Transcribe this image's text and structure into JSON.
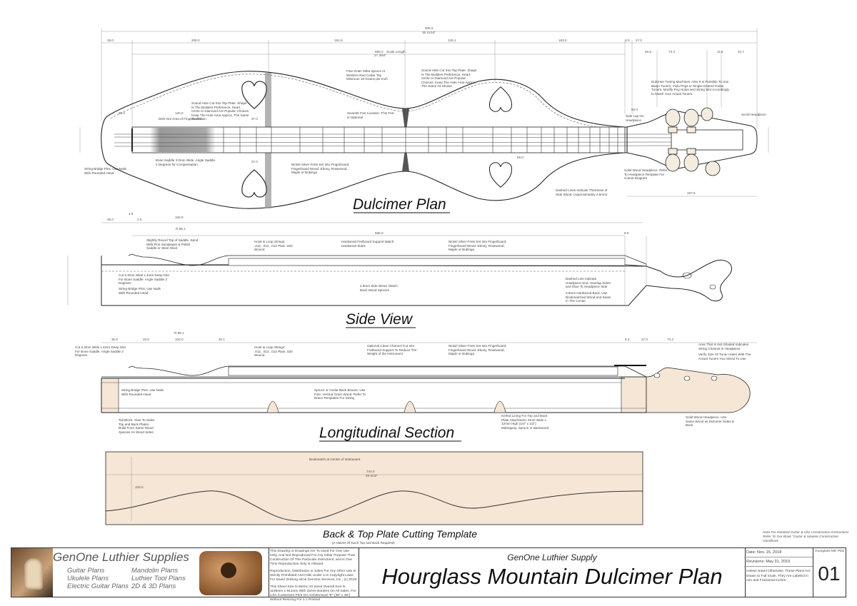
{
  "views": {
    "plan_title": "Dulcimer Plan",
    "side_title": "Side View",
    "section_title": "Longitudinal Section",
    "template_title": "Back & Top Plate Cutting Template",
    "template_subtitle": "(2 Halves Of Each Top and Back Required)"
  },
  "dimensions": {
    "overall": "906.5",
    "overall_in": "35 11/16\"",
    "scale_length": "Scale Length",
    "scale_length_value": "686.0",
    "scale_length_in": "27 3/64\"",
    "top_segments": [
      "25.0",
      "208.0",
      "191.9",
      "126.1",
      "183.0",
      "3.0",
      "27.0"
    ],
    "right_segments": [
      "46.5",
      "73.3",
      "11.5",
      "42.7"
    ],
    "plan_misc": [
      "58.0",
      "130.0",
      "37.0",
      "37.0",
      "56.0",
      "86.0",
      "187.8"
    ],
    "side_misc": [
      "36.0",
      "4.8",
      "2.0",
      "100.0",
      "R 88.1",
      "686.0",
      "8.9"
    ],
    "section_misc": [
      "36.0",
      "20.0",
      "R 88.1",
      "100.0",
      "20.1",
      "8.3",
      "37.0",
      "73.3"
    ],
    "template_length": "744.0",
    "template_length_in": "29 9/32\"",
    "template_height": "105.5"
  },
  "notes": {
    "top_wood": "Fine-Grain Sitka Spruce or Western Red Cedar Top Minimum 16 Grains per Inch",
    "sound_hole_left": "Sound Hole Cut Into Top Plate. Shape Is The Builders Preference. Heart, Circle or Diamond Are Popular Choices. Keep The Hole Area Approx. The Same As Shown",
    "sound_hole_right": "Sound Hole Cut Into Top Plate. Shape Is The Builders Preference. Heart, Circle or Diamond Are Popular Choices. Keep The Hole Area Approx. The Same As Shown",
    "seventh_fret": "Seventh Fret Location. This Fret Is Optional",
    "tuning": "Dulcimer Tuning Machines: Also It Is Possible To Use Banjo Tuners, Viola Pegs or Single-Geared Guitar Tuners. Modify Peg Holes and String Slot Accordingly to Match Your Actual Tuners.",
    "scroll": "Scroll Headpiece",
    "side_lap": "Side Lap On Headpiece",
    "dish_out": "Dish-Out Area of Fingerboard",
    "bone_saddle": "Bone Saddle 3.0mm Wide. Angle Saddle 2 Degrees for Compensation.",
    "string_pins": "String Bridge Pins. Use Nails With Rounded Head",
    "nickel_frets": "Nickel Silver Frets Set Into Fingerboard. Fingerboard Wood: Ebony, Rosewood, Maple or Bubinga",
    "solid_head": "Solid Wood Headpiece. Refer To Headpiece Template For Cutout Diagram",
    "dashed_sides": "Dashed Lines Indicate Thickness of Side Wood. (Approximately 2.5mm)",
    "saddle_round": "Slightly Round Top of Saddle. Sand With Fine Sandpaper & Polish Saddle or Steel Wool",
    "hook_loop": "Hook & Loop Strings: .012, .012, .012 Plain .020 Wound",
    "hardwood_support": "Hardwood Fretboard Support Match Hardwood Sides",
    "nickel_frets_2": "Nickel Silver Frets Set Into Fingerboard. Fingerboard Wood: Ebony, Rosewood, Maple or Bubinga",
    "cut_slot": "Cut 3.3mm Wide x 4mm Deep Slot For Bone Saddle. Angle Saddle 2 Degrees",
    "string_pins_2": "String Bridge Pins. Use Nails With Rounded Head",
    "side_wood": "2.5mm Side Wood. Match Back Wood Species",
    "dashed_head": "Dashed Line Indicate Headpiece End. Overlap Sides and Glue To Headpiece Side",
    "hardwood_back": "3.5mm Hardwood Back. Use Bookmatched Wood and Seam In The Center",
    "cut_slot_2": "Cut 3.3mm Wide x 4mm Deep Slot For Bone Saddle. Angle Saddle 2 Degrees",
    "hook_loop_2": "Hook & Loop Strings: .012, .012, .012 Plain .020 Wound",
    "channel_cut": "Optional Clean Channel Cut Into Fretboard Support To Reduce The Weight of the Instrument",
    "nickel_frets_3": "Nickel Silver Frets Set Into Fingerboard. Fingerboard Wood: Ebony, Rosewood, Maple or Bubinga",
    "shaded_area": "Area That Is Not Shaded Indicates String Channel in Headpiece",
    "verify_tuner": "Verify Size Of Tuner Holes With The Actual Tuners You Intend To Use",
    "string_pins_3": "String Bridge Pins. Use Nails With Rounded Head",
    "spruce_braces": "Spruce or Cedar Back Braces. Use Fine, Vertical Grain Wood. Refer To Brace Templates For Sizing",
    "tail_block": "Tail Block. Glue To Sides Top and Back Plates. Build From Same Wood Species As Wood Sides",
    "kerfed_lining": "Kerfed Lining For Top and Back Plate Attachment. 6mm Wide x 12mm High (1/4\" x 1/2\") Mahogany, Spruce or Basswood",
    "solid_head_2": "Solid Wood Headpiece. Use Same Wood as Dulcimer Sides & Back",
    "bookmatch": "Bookmatch at Center of Instrument"
  },
  "title_block": {
    "brand": "GenOne Luthier Supplies",
    "plans_col1": [
      "Guitar Plans",
      "Ukulele Plans",
      "Electric Guitar Plans"
    ],
    "plans_col2": [
      "Mandolin Plans",
      "Luthier Tool Plans",
      "2D & 3D Plans"
    ],
    "legal_1": "This Drawing or Drawings Are To Used For One Use Only, And Not Reproduced For Any Other Purpose Than Construction Of This Particular Instrument, and is One Time Reproduction Only is Allowed.",
    "legal_2": "Reproduction, Distribution or Sales For Any Other Use Is Strictly Prohibited And Falls Under U.S Copyright Laws For David Verburg Aitl & GenOne Services, Inc., (c) 2018",
    "legal_3": "This Sheet Size Is Metric A0 Sized Overall Size Is 1189mm x 841mm With 15mm Borders On All Sides. For USA Customers Print On Architectural \"E\" (36\" x 48\") Without Resizing For 1:1 Printout",
    "company": "GenOne Luthier Supply",
    "title": "Hourglass Mountain Dulcimer Plan",
    "date": "Date: Nov. 15, 2018",
    "revisions": "Revisions: May 31, 2019",
    "units_note": "Unless Noted Otherwise, These Plans Are Drawn to Full Scale. They Are Labeled in mm and Fractional Inches.",
    "plan_code": "Hourglass MD Plan",
    "sheet": "01",
    "side_note": "Note For Detailed Guitar & Uke Construction Instructions Refer To Our Book \"Guitar & Ukulele Construction Handbook"
  },
  "colors": {
    "wood_fill": "#f5e6d6",
    "shade": "#aaaaaa",
    "line": "#222222"
  }
}
